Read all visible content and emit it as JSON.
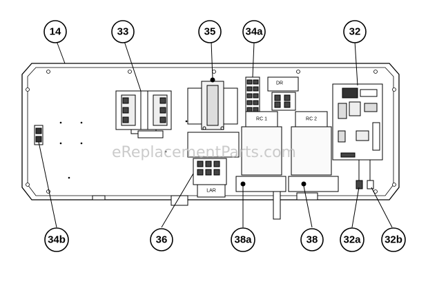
{
  "callouts": [
    {
      "id": "c14",
      "label": "14"
    },
    {
      "id": "c33",
      "label": "33"
    },
    {
      "id": "c35",
      "label": "35"
    },
    {
      "id": "c34a",
      "label": "34a"
    },
    {
      "id": "c32",
      "label": "32"
    },
    {
      "id": "c34b",
      "label": "34b"
    },
    {
      "id": "c36",
      "label": "36"
    },
    {
      "id": "c38a",
      "label": "38a"
    },
    {
      "id": "c38",
      "label": "38"
    },
    {
      "id": "c32a",
      "label": "32a"
    },
    {
      "id": "c32b",
      "label": "32b"
    }
  ],
  "component_labels": {
    "dr": "DR",
    "rc1": "RC 1",
    "rc2": "RC 2",
    "lar": "LAR"
  },
  "watermark": "eReplacementParts.com"
}
